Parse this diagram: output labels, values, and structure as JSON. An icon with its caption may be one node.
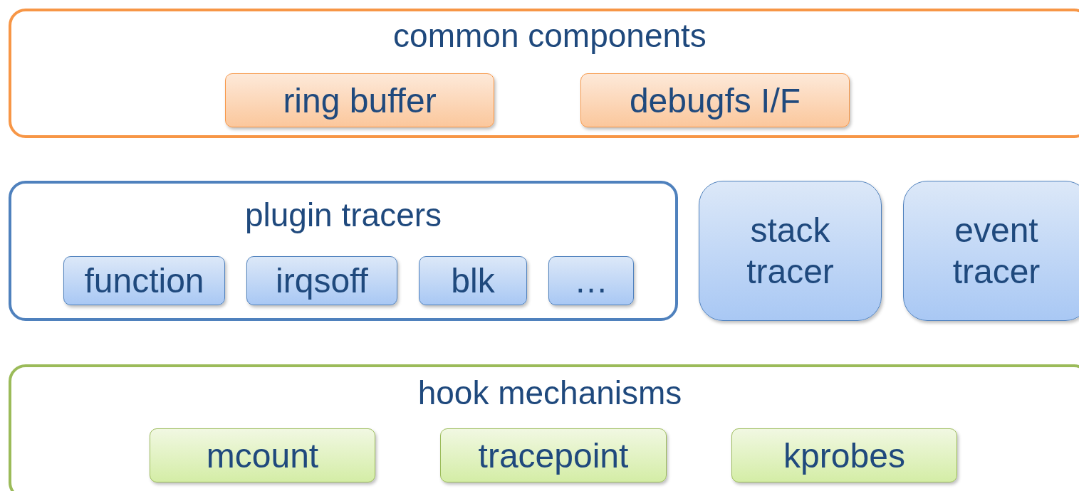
{
  "diagram": {
    "nodes": [
      {
        "text": [
          "common components"
        ]
      },
      {
        "text": [
          "ring buffer"
        ],
        "in": 0
      },
      {
        "text": [
          "debugfs I/F"
        ],
        "in": 0
      },
      {
        "text": [
          "plugin tracers"
        ]
      },
      {
        "text": [
          "function"
        ],
        "in": 3
      },
      {
        "text": [
          "irqsoff"
        ],
        "in": 3
      },
      {
        "text": [
          "blk"
        ],
        "in": 3
      },
      {
        "text": [
          "…"
        ],
        "in": 3
      },
      {
        "text": [
          "stack tracer"
        ]
      },
      {
        "text": [
          "event tracer"
        ]
      },
      {
        "text": [
          "hook mechanisms"
        ]
      },
      {
        "text": [
          "mcount"
        ],
        "in": 10
      },
      {
        "text": [
          "tracepoint"
        ],
        "in": 10
      },
      {
        "text": [
          "kprobes"
        ],
        "in": 10
      }
    ]
  }
}
